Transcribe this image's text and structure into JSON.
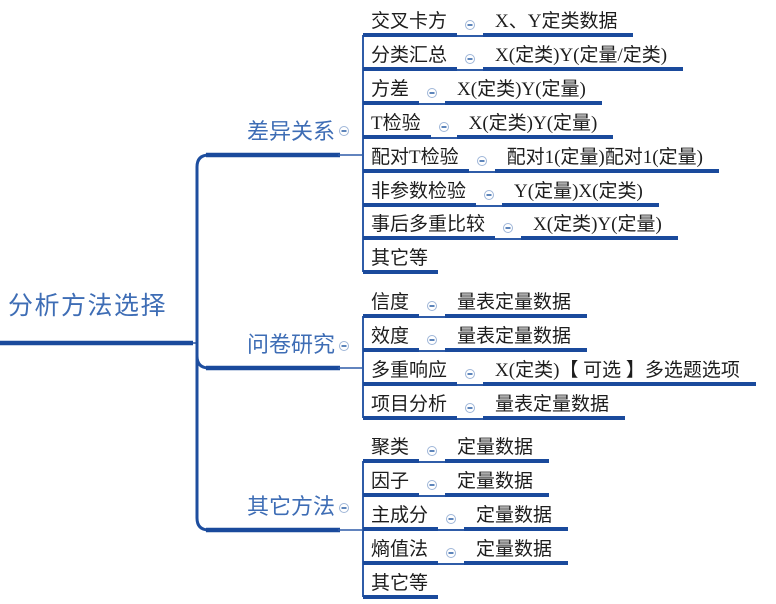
{
  "root": {
    "label": "分析方法选择"
  },
  "branches": [
    {
      "label": "差异关系",
      "children": [
        {
          "topic": "交叉卡方",
          "desc": "X、Y定类数据"
        },
        {
          "topic": "分类汇总",
          "desc": "X(定类)Y(定量/定类)"
        },
        {
          "topic": "方差",
          "desc": "X(定类)Y(定量)"
        },
        {
          "topic": "T检验",
          "desc": "X(定类)Y(定量)"
        },
        {
          "topic": "配对T检验",
          "desc": "配对1(定量)配对1(定量)"
        },
        {
          "topic": "非参数检验",
          "desc": "Y(定量)X(定类)"
        },
        {
          "topic": "事后多重比较",
          "desc": "X(定类)Y(定量)"
        },
        {
          "topic": "其它等",
          "desc": ""
        }
      ]
    },
    {
      "label": "问卷研究",
      "children": [
        {
          "topic": "信度",
          "desc": "量表定量数据"
        },
        {
          "topic": "效度",
          "desc": "量表定量数据"
        },
        {
          "topic": "多重响应",
          "desc": "X(定类)【 可选 】多选题选项"
        },
        {
          "topic": "项目分析",
          "desc": "量表定量数据"
        }
      ]
    },
    {
      "label": "其它方法",
      "children": [
        {
          "topic": "聚类",
          "desc": "定量数据"
        },
        {
          "topic": "因子",
          "desc": "定量数据"
        },
        {
          "topic": "主成分",
          "desc": "定量数据"
        },
        {
          "topic": "熵值法",
          "desc": "定量数据"
        },
        {
          "topic": "其它等",
          "desc": ""
        }
      ]
    }
  ],
  "icons": {
    "collapse": "minus-circle"
  },
  "colors": {
    "line_thick": "#1a4a9c",
    "line_thin": "#2f5ca8",
    "blue_text": "#3e6db5",
    "topic_text": "#1d1d1d",
    "icon_ring": "#9fb6d8",
    "background": "#ffffff"
  }
}
